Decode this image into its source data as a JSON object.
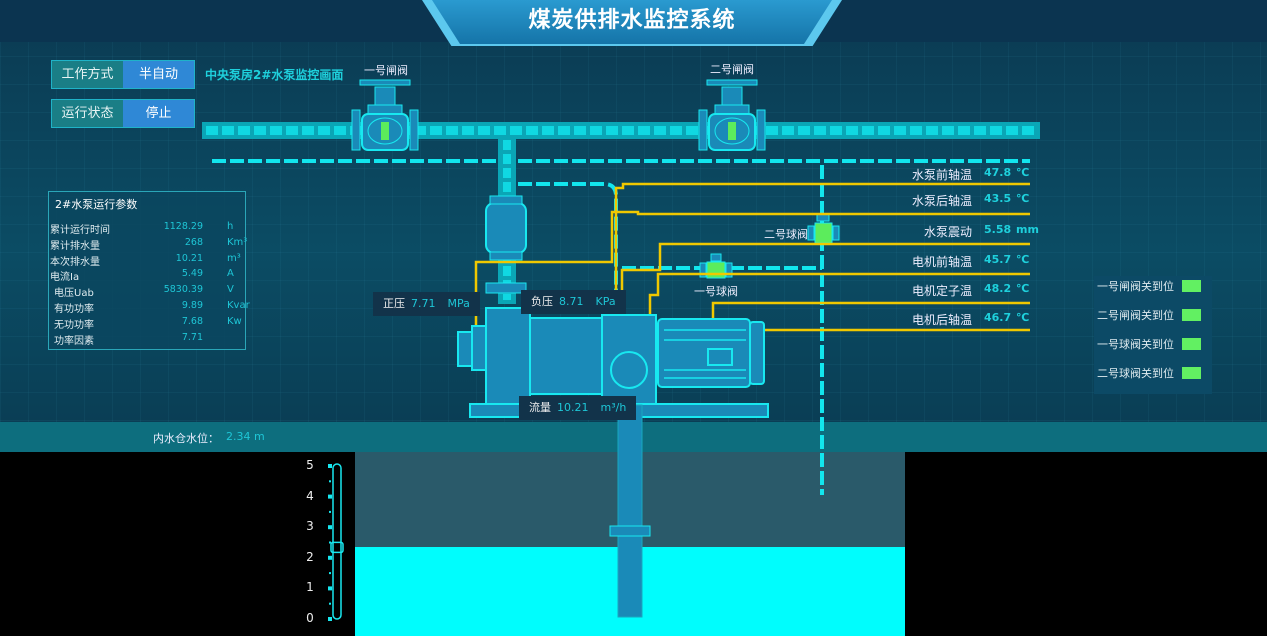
{
  "header": {
    "title": "煤炭供排水监控系统"
  },
  "mode": {
    "work_label": "工作方式",
    "work_value": "半自动",
    "run_label": "运行状态",
    "run_value": "停止"
  },
  "screen_name": "中央泵房2#水泵监控画面",
  "params": {
    "title": "2#水泵运行参数",
    "rows": [
      {
        "label": "累计运行时间",
        "value": "1128.29",
        "unit": "h"
      },
      {
        "label": "累计排水量",
        "value": "268",
        "unit": "Km³"
      },
      {
        "label": "本次排水量",
        "value": "10.21",
        "unit": "m³"
      },
      {
        "label": "电流Ia",
        "value": "5.49",
        "unit": "A"
      },
      {
        "label": "电压Uab",
        "value": "5830.39",
        "unit": "V"
      },
      {
        "label": "有功功率",
        "value": "9.89",
        "unit": "Kvar"
      },
      {
        "label": "无功功率",
        "value": "7.68",
        "unit": "Kw"
      },
      {
        "label": "功率因素",
        "value": "7.71",
        "unit": ""
      }
    ]
  },
  "valves": {
    "gate1": "一号闸阀",
    "gate2": "二号闸阀",
    "ball1": "一号球阀",
    "ball2": "二号球阀"
  },
  "sensors": [
    {
      "label": "水泵前轴温",
      "value": "47.8",
      "unit": "℃"
    },
    {
      "label": "水泵后轴温",
      "value": "43.5",
      "unit": "℃"
    },
    {
      "label": "水泵震动",
      "value": "5.58",
      "unit": "mm"
    },
    {
      "label": "电机前轴温",
      "value": "45.7",
      "unit": "℃"
    },
    {
      "label": "电机定子温",
      "value": "48.2",
      "unit": "℃"
    },
    {
      "label": "电机后轴温",
      "value": "46.7",
      "unit": "℃"
    }
  ],
  "gauges": {
    "positive": {
      "label": "正压",
      "value": "7.71",
      "unit": "MPa"
    },
    "negative": {
      "label": "负压",
      "value": "8.71",
      "unit": "KPa"
    },
    "flow": {
      "label": "流量",
      "value": "10.21",
      "unit": "m³/h"
    }
  },
  "status": [
    {
      "label": "一号闸阀关到位",
      "color": "#62f062"
    },
    {
      "label": "二号闸阀关到位",
      "color": "#62f062"
    },
    {
      "label": "一号球阀关到位",
      "color": "#62f062"
    },
    {
      "label": "二号球阀关到位",
      "color": "#62f062"
    }
  ],
  "water_level": {
    "label": "内水仓水位：",
    "value": "2.34 m",
    "level": 2.34,
    "scale": [
      "5",
      "4",
      "3",
      "2",
      "1",
      "0"
    ],
    "max": 5
  }
}
